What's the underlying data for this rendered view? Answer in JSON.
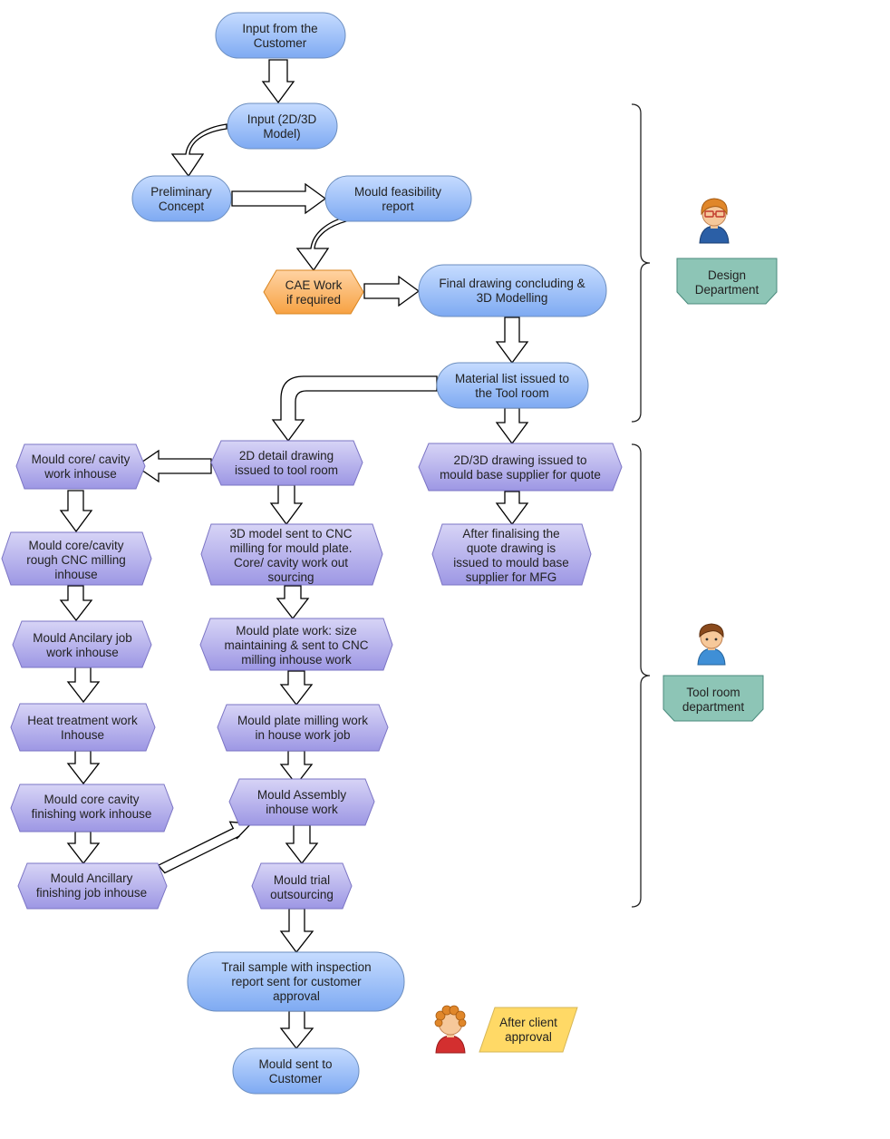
{
  "nodes": {
    "input_customer": [
      "Input from the",
      "Customer"
    ],
    "input_model": [
      "Input (2D/3D",
      "Model)"
    ],
    "preliminary": [
      "Preliminary",
      "Concept"
    ],
    "feasibility": [
      "Mould feasibility",
      "report"
    ],
    "cae": [
      "CAE Work",
      "if required"
    ],
    "final_drawing": [
      "Final drawing concluding &",
      "3D Modelling"
    ],
    "material_list": [
      "Material list issued to",
      "the Tool room"
    ],
    "detail_2d": [
      "2D detail drawing",
      "issued to tool room"
    ],
    "drawing_supplier": [
      "2D/3D drawing issued to",
      "mould base supplier for quote"
    ],
    "core_cavity_inhouse": [
      "Mould core/ cavity",
      "work inhouse"
    ],
    "rough_cnc": [
      "Mould core/cavity",
      "rough CNC milling",
      "inhouse"
    ],
    "model_cnc": [
      "3D model sent to CNC",
      "milling for mould plate.",
      "Core/ cavity work out",
      "sourcing"
    ],
    "after_finalising": [
      "After finalising the",
      "quote drawing is",
      "issued to mould base",
      "supplier for MFG"
    ],
    "ancilary_job": [
      "Mould Ancilary job",
      "work  inhouse"
    ],
    "plate_work": [
      "Mould plate work: size",
      "maintaining & sent to CNC",
      "milling  inhouse work"
    ],
    "heat_treatment": [
      "Heat treatment work",
      "Inhouse"
    ],
    "plate_milling": [
      "Mould plate milling work",
      "in house work job"
    ],
    "core_finishing": [
      "Mould core cavity",
      "finishing work inhouse"
    ],
    "assembly": [
      "Mould Assembly",
      "inhouse work"
    ],
    "ancillary_finishing": [
      "Mould Ancillary",
      "finishing job inhouse"
    ],
    "trial": [
      "Mould trial",
      "outsourcing"
    ],
    "trail_sample": [
      "Trail sample with inspection",
      "report sent for customer",
      "approval"
    ],
    "sent_customer": [
      "Mould sent to",
      "Customer"
    ]
  },
  "departments": {
    "design": [
      "Design",
      "Department"
    ],
    "toolroom": [
      "Tool room",
      "department"
    ]
  },
  "note": [
    "After client",
    "approval"
  ],
  "colors": {
    "blue_fill_top": "#c6dcff",
    "blue_fill_bottom": "#7eaaf2",
    "blue_stroke": "#6c8ebf",
    "purple_fill_top": "#d7d4f6",
    "purple_fill_bottom": "#9d97e4",
    "purple_stroke": "#7b74c4",
    "orange_fill_top": "#ffd3a3",
    "orange_fill_bottom": "#f7a243",
    "orange_stroke": "#d98520",
    "teal_fill": "#8dc5b6",
    "teal_stroke": "#4a8a7c",
    "note_fill": "#ffd966",
    "note_stroke": "#d6b656",
    "bracket_stroke": "#222222"
  },
  "icons": {
    "design_person": "person-glasses-icon",
    "toolroom_person": "person-boy-icon",
    "client_person": "person-curly-icon"
  }
}
